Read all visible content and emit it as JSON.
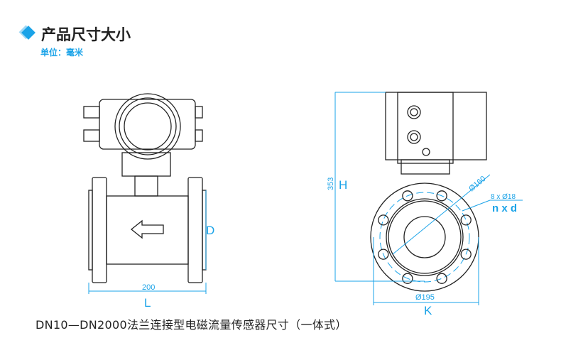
{
  "header": {
    "title": "产品尺寸大小",
    "unit": "单位：毫米"
  },
  "drawing": {
    "left_view": {
      "length_value": "200",
      "length_label": "L",
      "diameter_label": "D"
    },
    "right_view": {
      "height_value": "353",
      "height_label": "H",
      "bolt_circle": "Ø160",
      "holes": "8  x Ø18",
      "holes_label": "n x d",
      "flange_diameter": "Ø195",
      "flange_label": "K"
    }
  },
  "caption": "DN10—DN2000法兰连接型电磁流量传感器尺寸（一体式）",
  "colors": {
    "accent": "#1aa3e8",
    "line": "#222222"
  }
}
